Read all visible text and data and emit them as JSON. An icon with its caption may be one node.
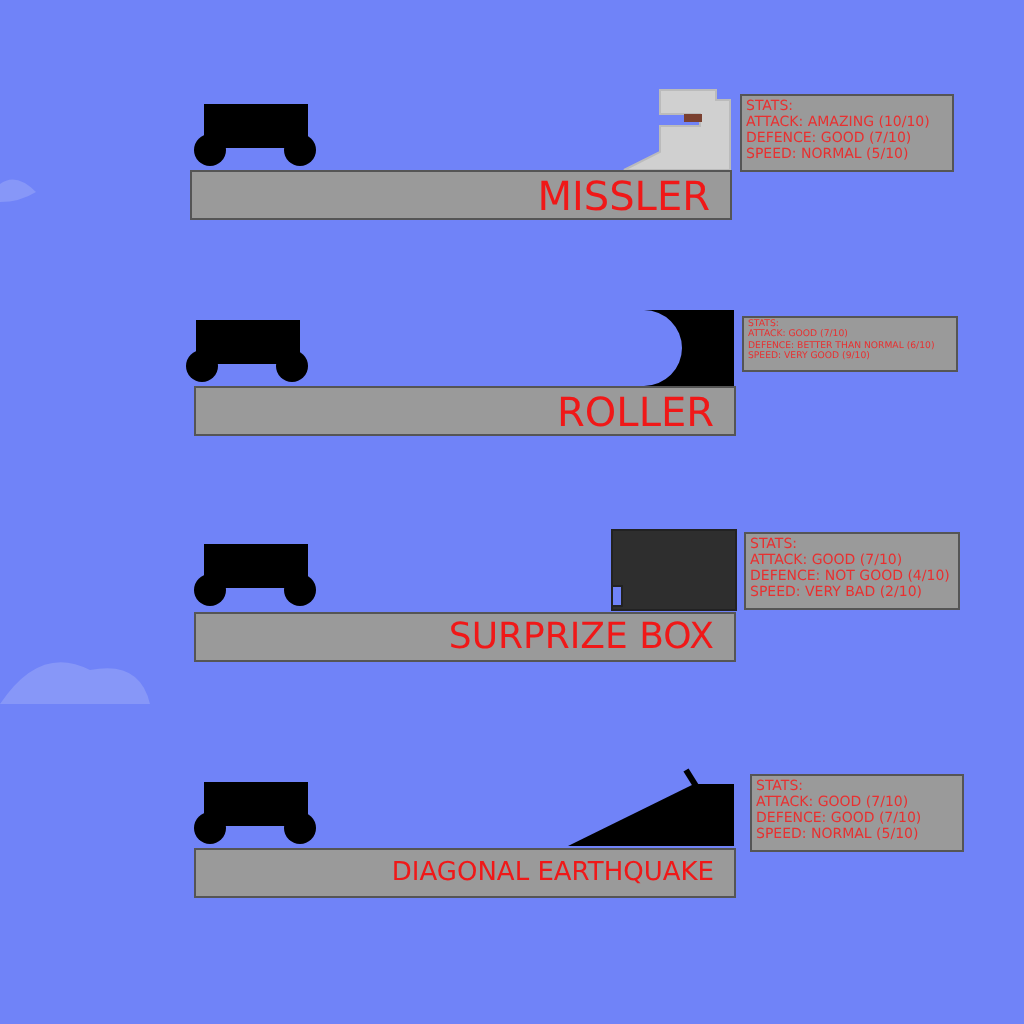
{
  "diagram": {
    "nodes": [
      {
        "text": [
          "MISSLER"
        ]
      },
      {
        "text": [
          "STATS:",
          "ATTACK: AMAZING (10/10)",
          "DEFENCE: GOOD (7/10)",
          "SPEED: NORMAL (5/10)"
        ]
      },
      {
        "text": [
          "ROLLER"
        ]
      },
      {
        "text": [
          "STATS:",
          "ATTACK: GOOD (7/10)",
          "DEFENCE: BETTER THAN NORMAL (6/10)",
          "SPEED: VERY GOOD (9/10)"
        ]
      },
      {
        "text": [
          "SURPRIZE BOX"
        ]
      },
      {
        "text": [
          "STATS:",
          "ATTACK: GOOD (7/10)",
          "DEFENCE: NOT GOOD (4/10)",
          "SPEED: VERY BAD (2/10)"
        ]
      },
      {
        "text": [
          "DIAGONAL EARTHQUAKE"
        ]
      },
      {
        "text": [
          "STATS:",
          "ATTACK: GOOD (7/10)",
          "DEFENCE: GOOD (7/10)",
          "SPEED: NORMAL (5/10)"
        ]
      }
    ]
  }
}
